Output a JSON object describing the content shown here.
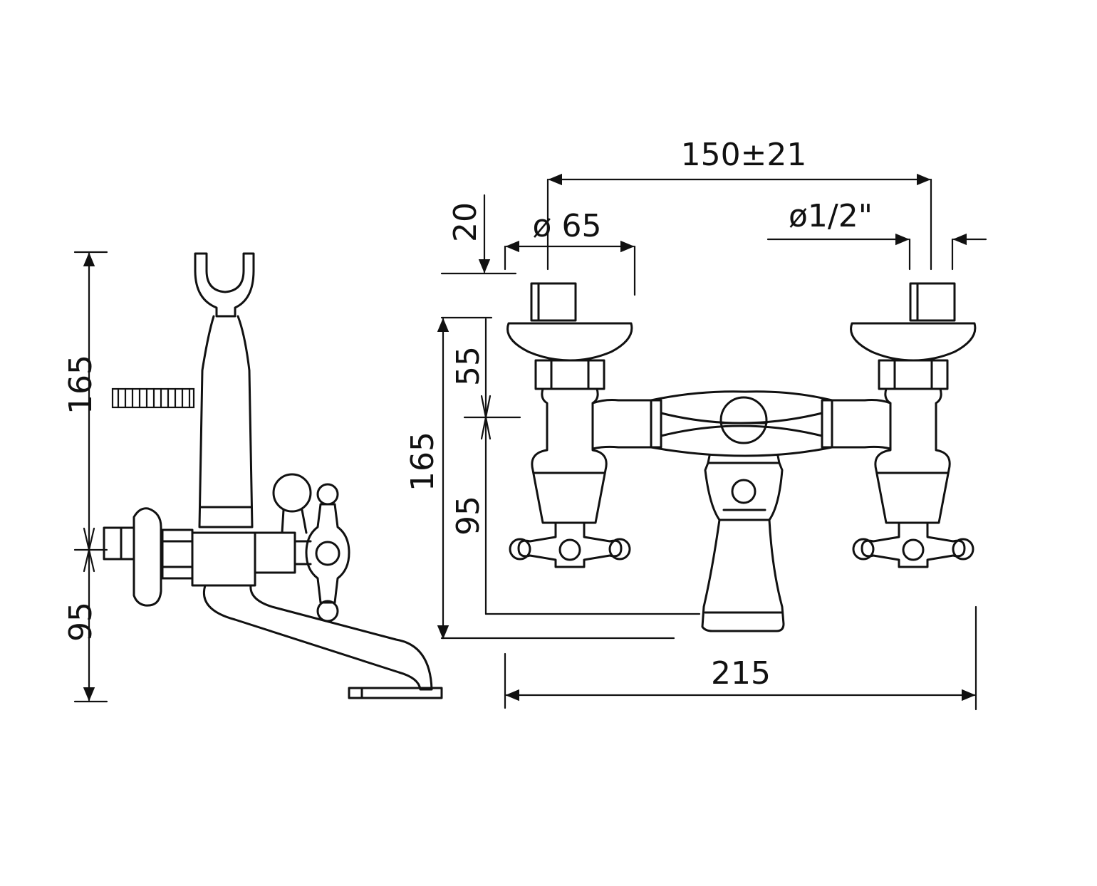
{
  "figure": {
    "background": "#ffffff",
    "line_color": "#111111"
  },
  "side_view": {
    "height_total": "165",
    "height_spout": "95"
  },
  "front_view": {
    "centers": "150±21",
    "diameter_flange": "ø 65",
    "diameter_inlet": "ø1/2\"",
    "height_top": "20",
    "height_mid": "55",
    "height_total": "165",
    "height_spout": "95",
    "width_total": "215"
  }
}
